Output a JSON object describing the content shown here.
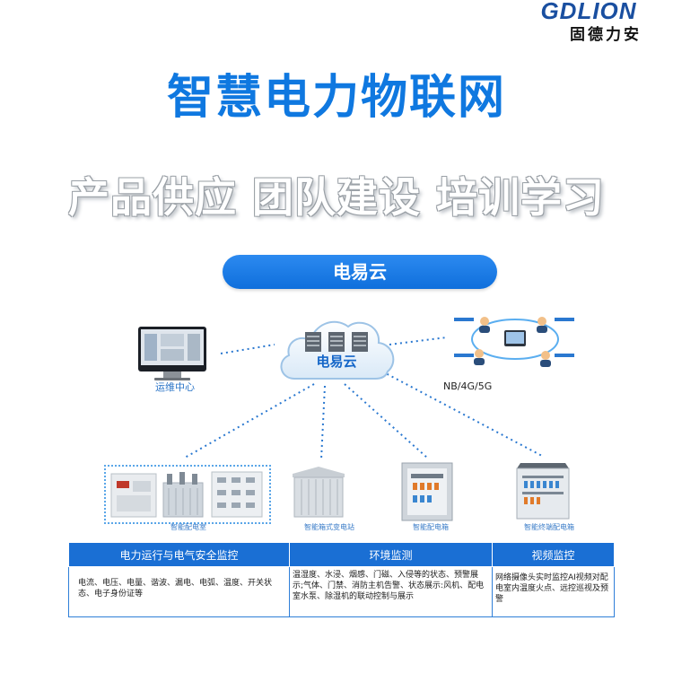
{
  "brand": {
    "latin": "GDLION",
    "chinese": "固德力安"
  },
  "titles": {
    "main": "智慧电力物联网",
    "sub": "产品供应 团队建设 培训学习"
  },
  "cloud": {
    "pill_label": "电易云",
    "cloud_label": "电易云"
  },
  "ops_center": {
    "label": "运维中心"
  },
  "network": {
    "label": "NB/4G/5G"
  },
  "devices": {
    "substation_room": "智能配电室",
    "box_substation": "智能箱式变电站",
    "distribution_box": "智能配电箱",
    "terminal_box": "智能终端配电箱"
  },
  "table": {
    "headers": [
      "电力运行与电气安全监控",
      "环境监测",
      "视频监控"
    ],
    "cells": [
      "电流、电压、电量、谐波、漏电、电弧、温度、开关状态、电子身份证等",
      "温湿度、水浸、烟感、门磁、入侵等的状态、预警展示;气体、门禁、消防主机告警、状态展示:风机、配电室水泵、除湿机的联动控制与展示",
      "网络摄像头实时监控AI视频对配电室内温度火点、远控巡视及预警"
    ]
  },
  "colors": {
    "brand_blue": "#1a4fa0",
    "title_blue": "#0f78e0",
    "pill_blue": "#1a6fd4",
    "line_blue": "#2a78d0"
  }
}
